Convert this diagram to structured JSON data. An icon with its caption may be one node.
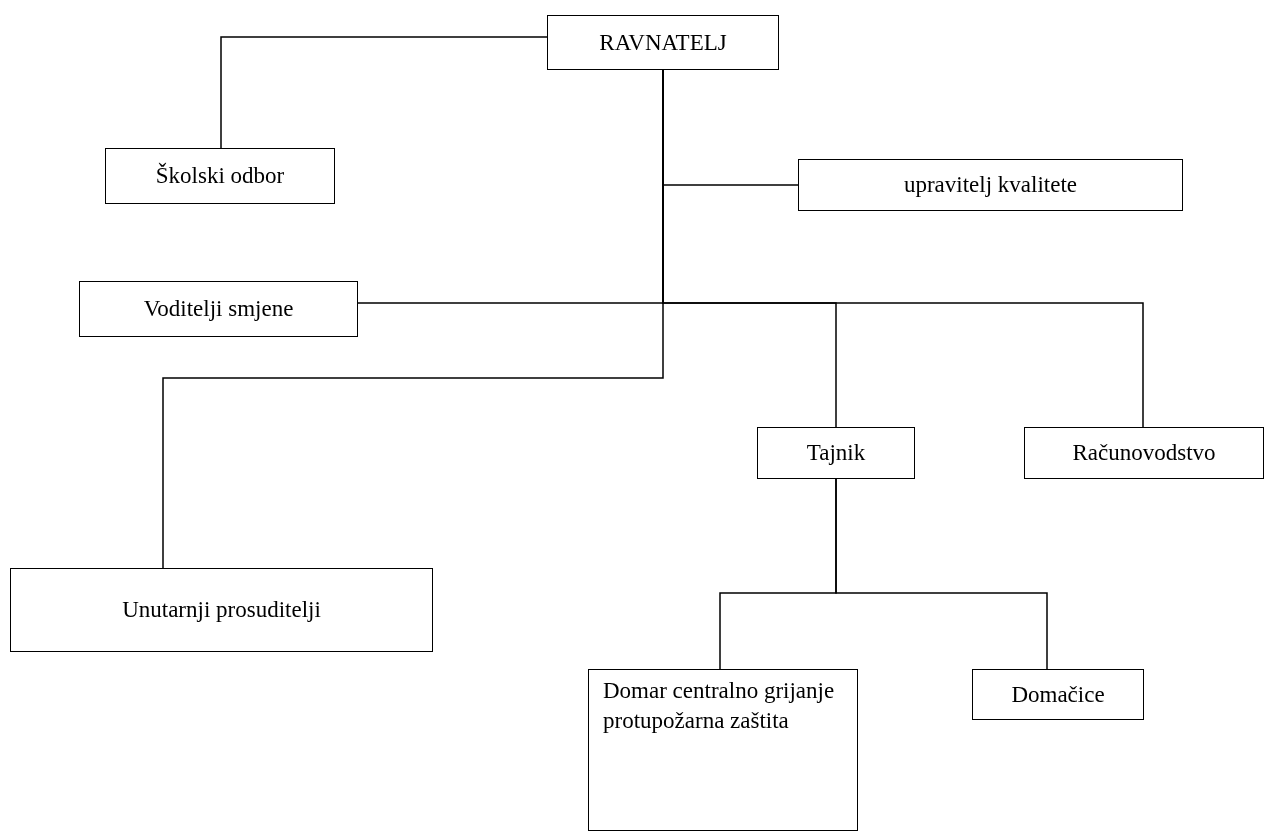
{
  "diagram": {
    "nodes": [
      {
        "text": [
          "RAVNATELJ"
        ]
      },
      {
        "text": [
          "Školski odbor"
        ]
      },
      {
        "text": [
          "upravitelj kvalitete"
        ]
      },
      {
        "text": [
          "Voditelji smjene"
        ]
      },
      {
        "text": [
          "Tajnik"
        ]
      },
      {
        "text": [
          "Računovodstvo"
        ]
      },
      {
        "text": [
          "Unutarnji prosuditelji"
        ]
      },
      {
        "text": [
          "Domar centralno grijanje protupožarna zaštita"
        ]
      },
      {
        "text": [
          "Domačice"
        ]
      }
    ],
    "edges": [
      {
        "from": 0,
        "to": 1,
        "arrow": "none"
      },
      {
        "from": 0,
        "to": 2,
        "arrow": "none"
      },
      {
        "from": 0,
        "to": 3,
        "arrow": "none"
      },
      {
        "from": 0,
        "to": 4,
        "arrow": "none"
      },
      {
        "from": 0,
        "to": 5,
        "arrow": "none"
      },
      {
        "from": 0,
        "to": 6,
        "arrow": "none"
      },
      {
        "from": 4,
        "to": 7,
        "arrow": "none"
      },
      {
        "from": 4,
        "to": 8,
        "arrow": "none"
      }
    ]
  }
}
